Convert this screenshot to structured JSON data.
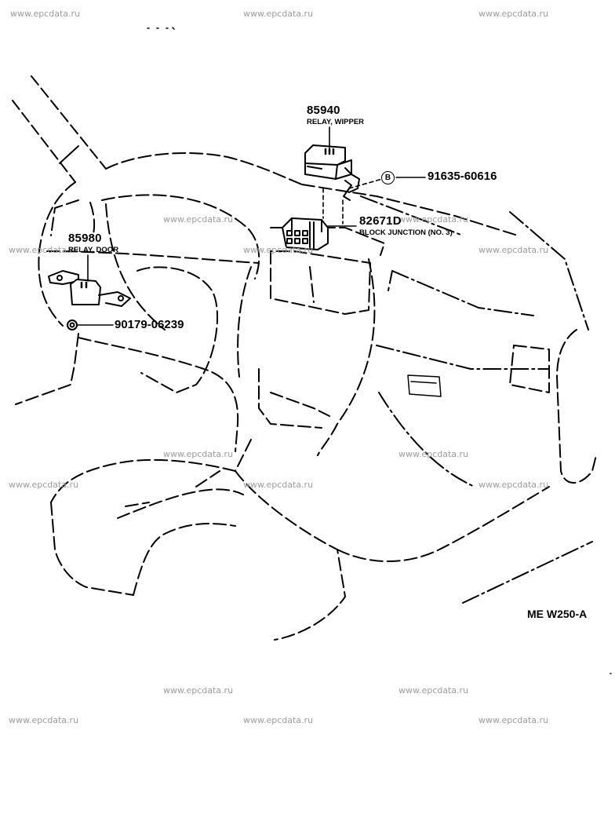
{
  "watermark": "www.epcdata.ru",
  "diagram_code": "ME W250-A",
  "parts": {
    "relay_wiper": {
      "number": "85940",
      "name": "RELAY, WIPPER"
    },
    "relay_door": {
      "number": "85980",
      "name": "RELAY, DOOR"
    },
    "block_junction": {
      "number": "82671D",
      "name": "BLOCK JUNCTION (NO. 3)"
    },
    "screw": {
      "number": "91635-60616",
      "marker": "B"
    },
    "nut": {
      "number": "90179-06239"
    }
  }
}
